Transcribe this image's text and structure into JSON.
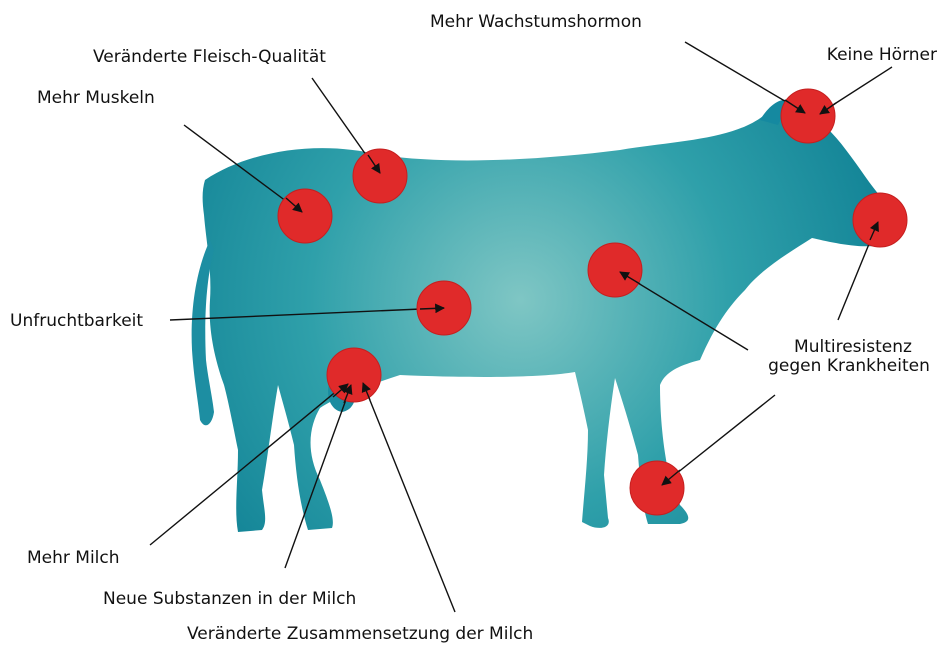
{
  "colors": {
    "cow_light": "#7fc6c4",
    "cow_mid": "#2fa0aa",
    "cow_dark": "#0c7d92",
    "marker": "#e02a2a",
    "marker_stroke": "#c51f1f",
    "line": "#111111",
    "background": "#ffffff"
  },
  "labels": {
    "growth_hormone": "Mehr Wachstumshormon",
    "no_horns": "Keine Hörner",
    "meat_quality": "Veränderte Fleisch-Qualität",
    "more_muscles": "Mehr Muskeln",
    "infertility": "Unfruchtbarkeit",
    "multiresistance_line1": "Multiresistenz",
    "multiresistance_line2": "gegen Krankheiten",
    "more_milk": "Mehr Milch",
    "new_substances": "Neue Substanzen in der Milch",
    "milk_composition": "Veränderte Zusammensetzung der Milch"
  }
}
